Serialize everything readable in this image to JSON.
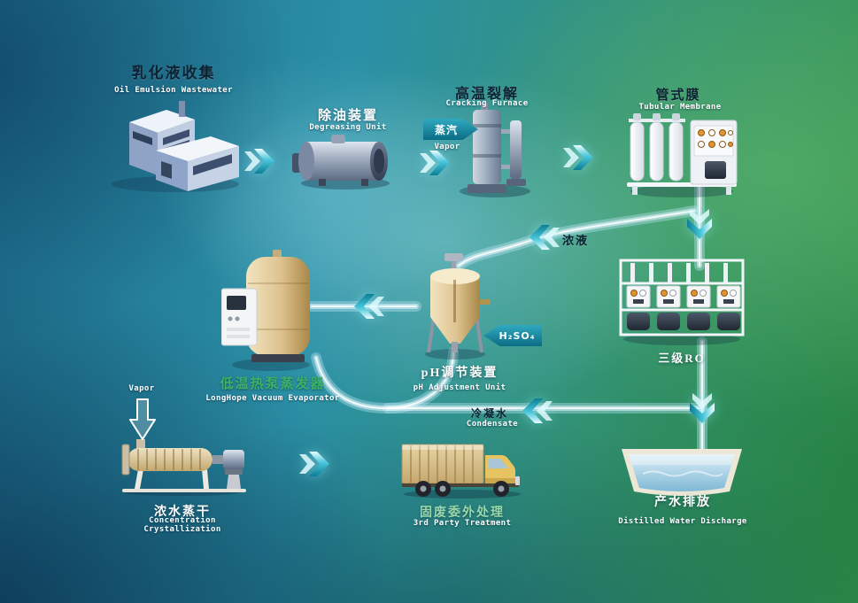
{
  "nodes": [
    {
      "id": "factory",
      "zh": "乳化液收集",
      "en": "Oil Emulsion Wastewater"
    },
    {
      "id": "degreasing",
      "zh": "除油装置",
      "en": "Degreasing Unit"
    },
    {
      "id": "furnace",
      "zh": "高温裂解",
      "en": "Cracking Furnace"
    },
    {
      "id": "membrane",
      "zh": "管式膜",
      "en": "Tubular Membrane"
    },
    {
      "id": "ro",
      "zh": "三级RO"
    },
    {
      "id": "ph",
      "zh": "pH调节装置",
      "en": "pH Adjustment Unit"
    },
    {
      "id": "evaporator",
      "zh": "低温热泵蒸发器",
      "en": "LongHope Vacuum Evaporator"
    },
    {
      "id": "dryer",
      "zh": "浓水蒸干",
      "en": "Concentration\nCrystallization"
    },
    {
      "id": "truck",
      "zh": "固废委外处理",
      "en": "3rd Party Treatment"
    },
    {
      "id": "pool",
      "zh": "产水排放",
      "en": "Distilled Water Discharge"
    }
  ],
  "flows": {
    "steam": {
      "zh": "蒸汽",
      "en": "Vapor"
    },
    "acid": {
      "label": "H₂SO₄"
    },
    "concentrate": {
      "label": "浓液"
    },
    "condensate": {
      "zh": "冷凝水",
      "en": "Condensate"
    },
    "vapor_out": {
      "label": "Vapor"
    }
  },
  "colors": {
    "chevron_teal": "#0b7e96",
    "pipe_blue": "#cdeaf6",
    "label_dark": "#0e2233",
    "label_green": "#3db264",
    "label_light_green": "#9ad8ac",
    "background_teal": "#2b90a6",
    "background_green": "#35934e",
    "background_navy": "#0f3050"
  }
}
